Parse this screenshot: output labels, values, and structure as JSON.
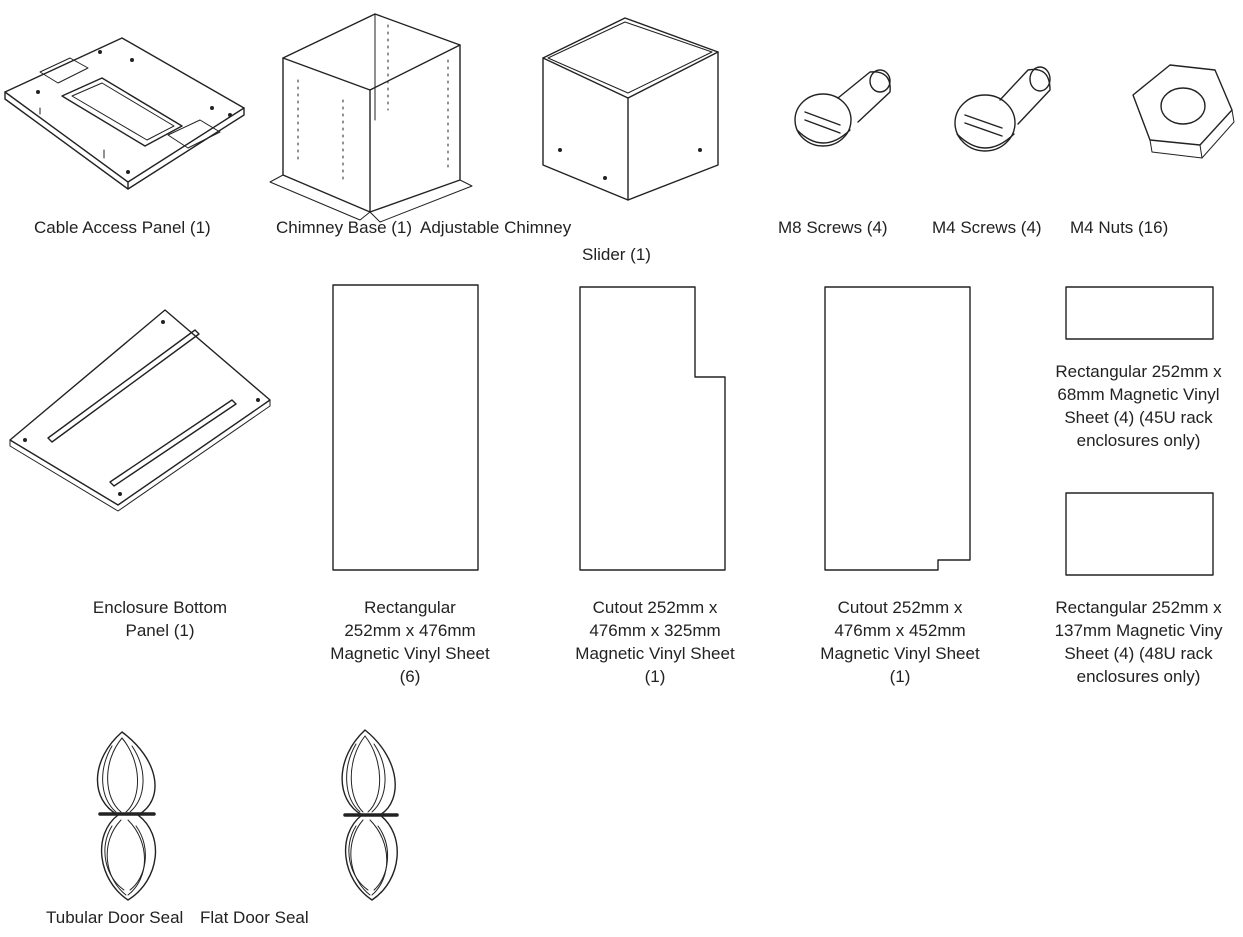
{
  "labels": {
    "cable_access_panel": "Cable Access Panel (1)",
    "chimney_base": "Chimney Base (1)",
    "adjustable_chimney_l1": "Adjustable Chimney",
    "adjustable_chimney_l2": "Slider (1)",
    "m8_screws": "M8 Screws (4)",
    "m4_screws": "M4 Screws (4)",
    "m4_nuts": "M4 Nuts (16)",
    "enclosure_bottom_panel": "Enclosure Bottom\nPanel (1)",
    "rect_476_sheet": "Rectangular\n252mm x 476mm\nMagnetic Vinyl Sheet\n(6)",
    "cutout_325_sheet": "Cutout 252mm x\n476mm x 325mm\nMagnetic Vinyl Sheet\n(1)",
    "cutout_452_sheet": "Cutout 252mm x\n476mm x 452mm\nMagnetic Vinyl Sheet\n(1)",
    "rect_68_sheet": "Rectangular 252mm x\n68mm Magnetic Vinyl\nSheet (4) (45U rack\nenclosures only)",
    "rect_137_sheet": "Rectangular 252mm x\n137mm Magnetic Viny\nSheet (4) (48U rack\nenclosures only)",
    "tubular_door_seal": "Tubular Door Seal",
    "flat_door_seal": "Flat Door Seal"
  }
}
